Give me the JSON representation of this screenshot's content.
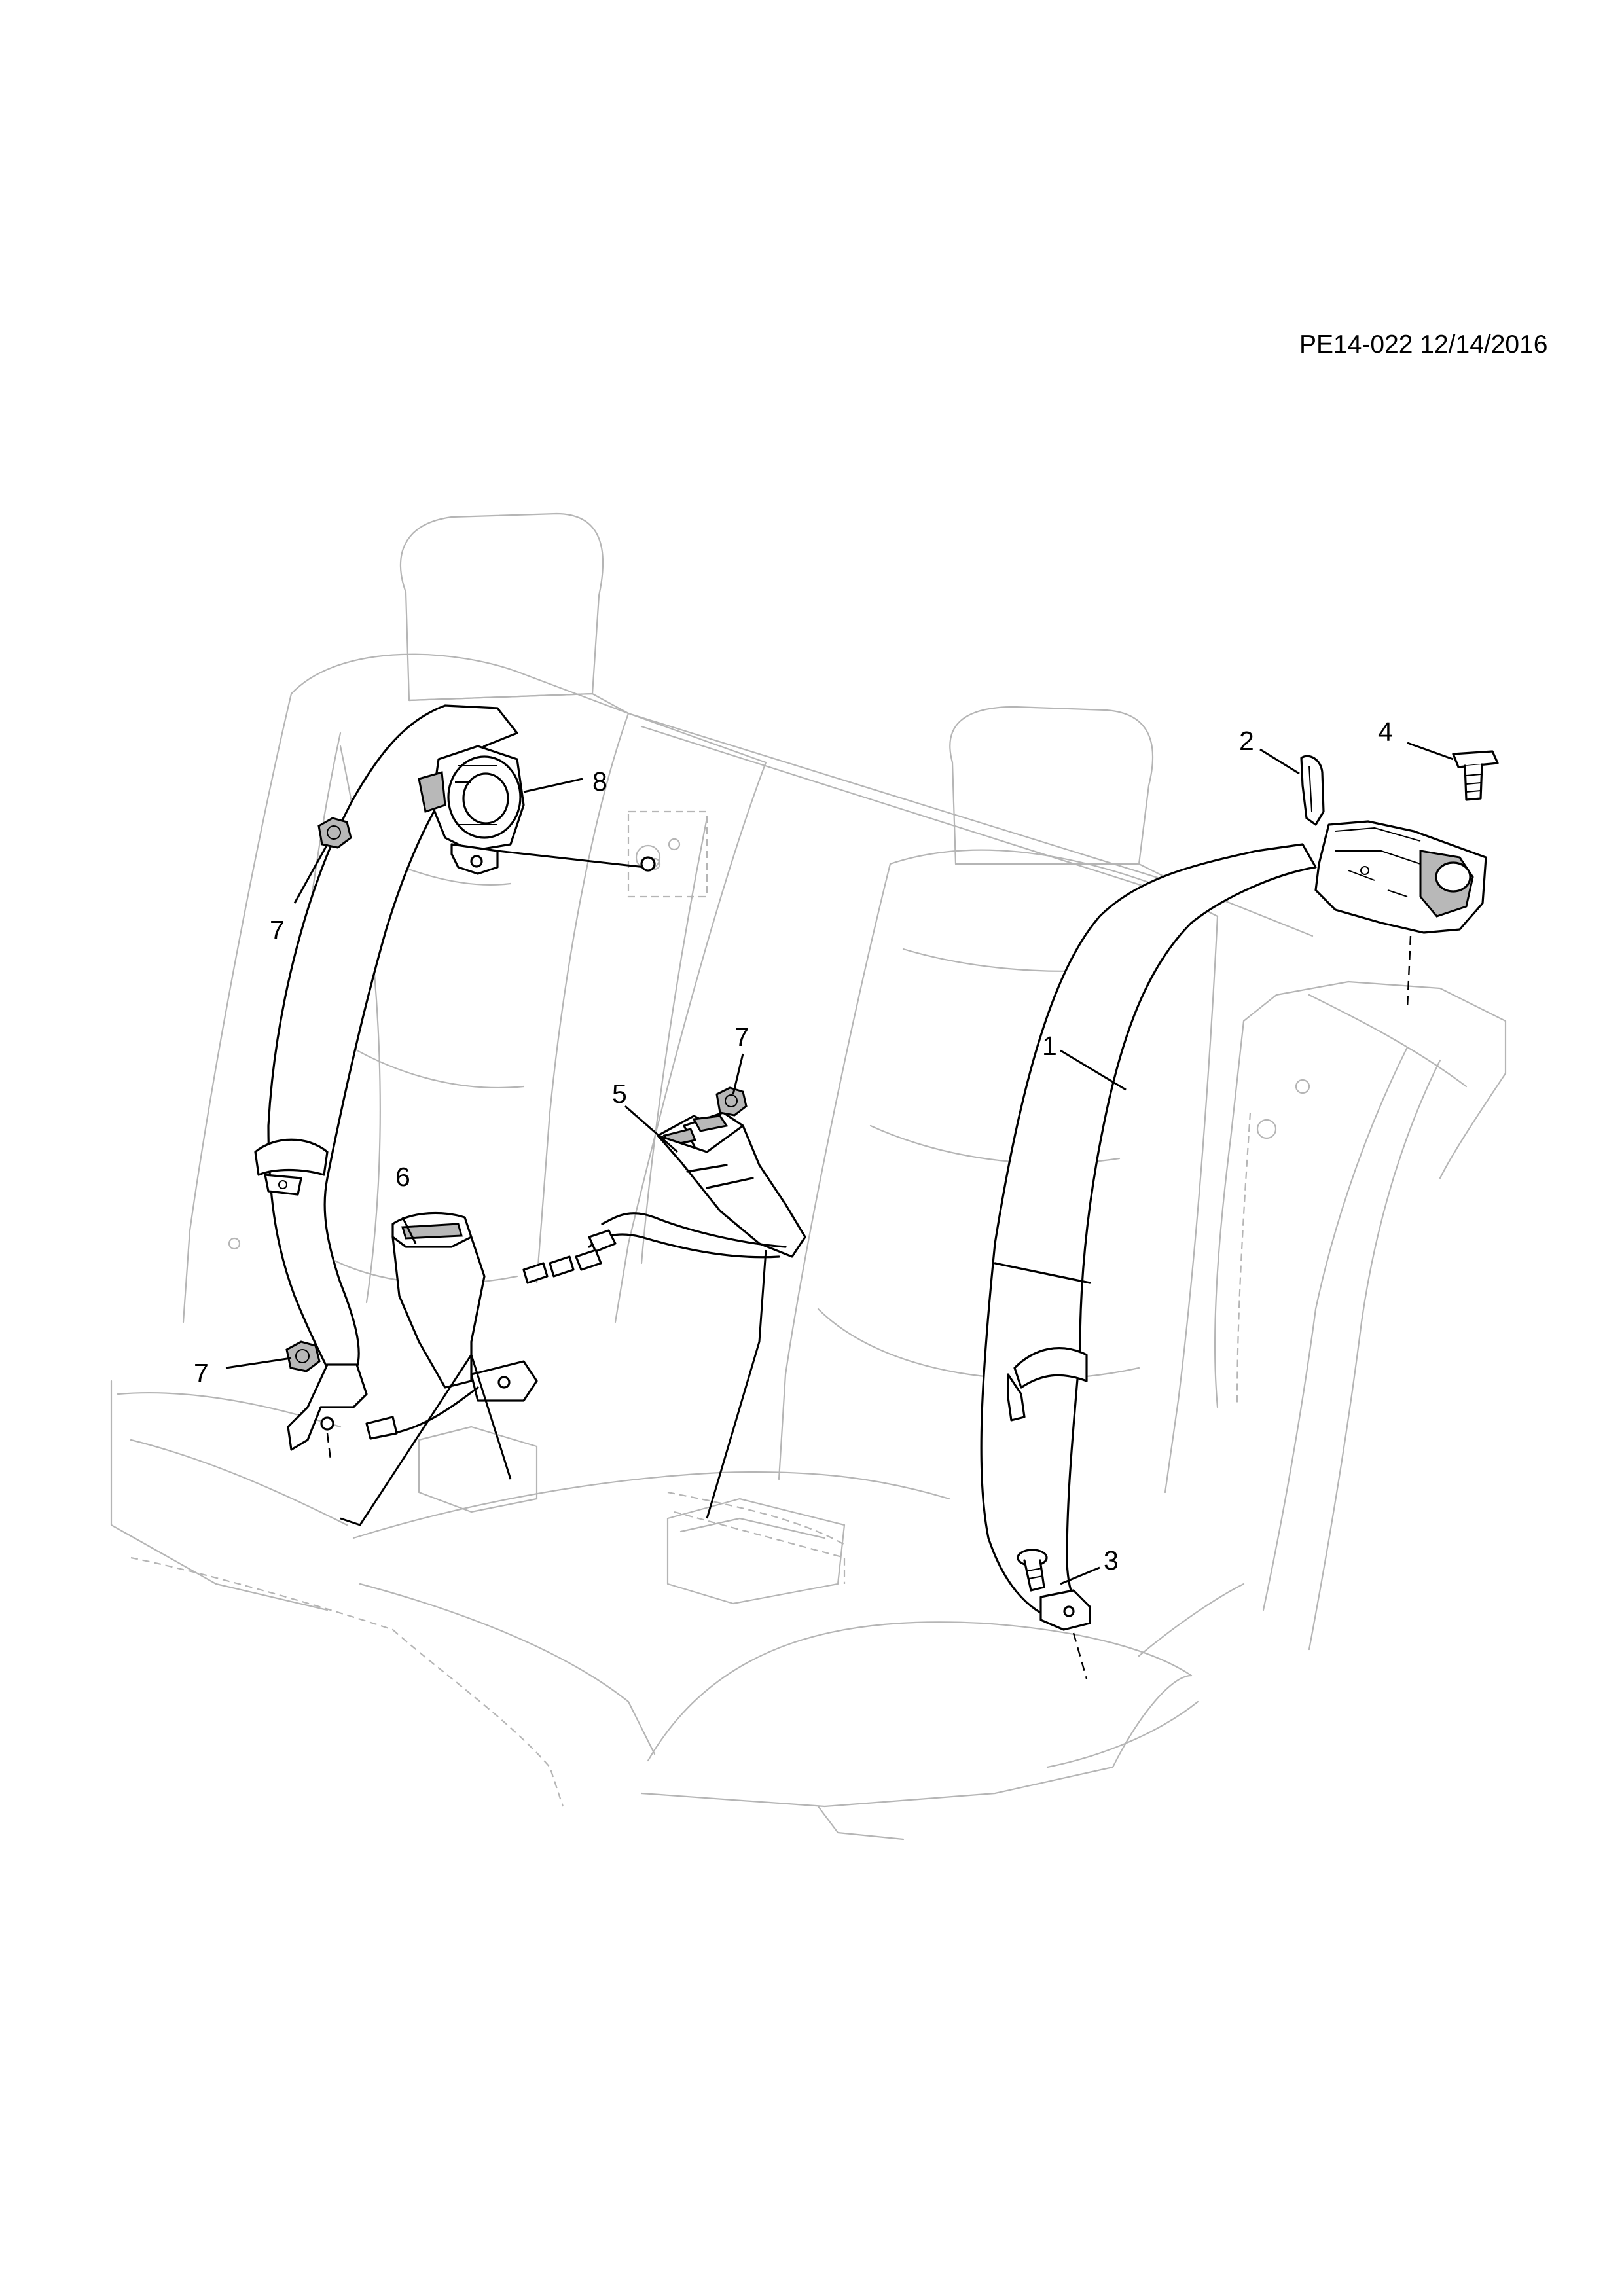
{
  "header": {
    "code": "PE14-022 12/14/2016"
  },
  "callouts": [
    {
      "id": "c1",
      "label": "1"
    },
    {
      "id": "c2",
      "label": "2"
    },
    {
      "id": "c3",
      "label": "3"
    },
    {
      "id": "c4",
      "label": "4"
    },
    {
      "id": "c5",
      "label": "5"
    },
    {
      "id": "c6",
      "label": "6"
    },
    {
      "id": "c7a",
      "label": "7"
    },
    {
      "id": "c7b",
      "label": "7"
    },
    {
      "id": "c7c",
      "label": "7"
    },
    {
      "id": "c8",
      "label": "8"
    }
  ]
}
